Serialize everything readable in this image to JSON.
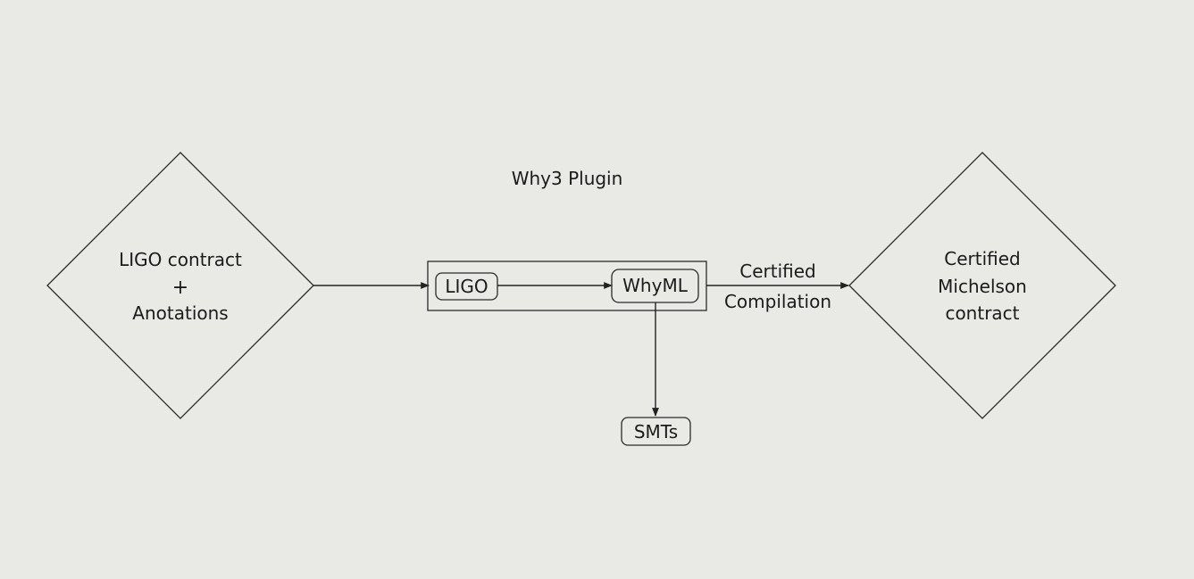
{
  "diagram": {
    "plugin_title": "Why3 Plugin",
    "source_node": {
      "line1": "LIGO contract",
      "line2": "+",
      "line3": "Anotations"
    },
    "ligo_node": "LIGO",
    "whyml_node": "WhyML",
    "smts_node": "SMTs",
    "edge_label": {
      "line1": "Certified",
      "line2": "Compilation"
    },
    "target_node": {
      "line1": "Certified",
      "line2": "Michelson",
      "line3": "contract"
    }
  }
}
